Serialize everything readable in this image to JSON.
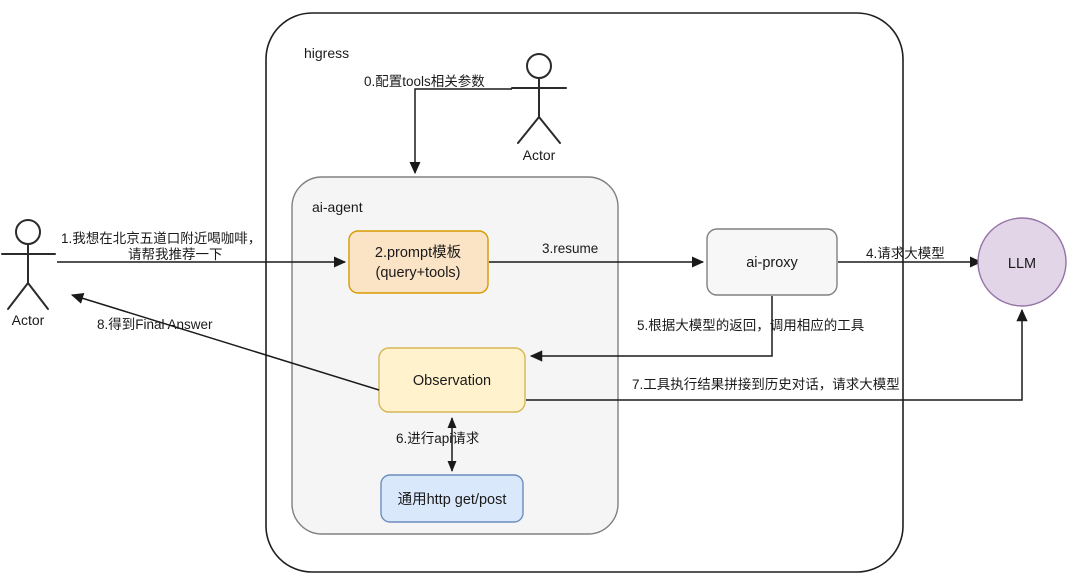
{
  "diagram": {
    "containers": [
      {
        "id": "higress",
        "label": "higress"
      },
      {
        "id": "ai-agent",
        "label": "ai-agent"
      }
    ],
    "nodes": [
      {
        "id": "prompt-template",
        "line1": "2.prompt模板",
        "line2": "(query+tools)",
        "fill": "#fbe3c5",
        "stroke": "#d79b00"
      },
      {
        "id": "observation",
        "line1": "Observation",
        "line2": "",
        "fill": "#fff2cc",
        "stroke": "#d6b656"
      },
      {
        "id": "http-tool",
        "line1": "通用http get/post",
        "line2": "",
        "fill": "#dae8fc",
        "stroke": "#6c8ebf"
      },
      {
        "id": "ai-proxy",
        "line1": "ai-proxy",
        "line2": "",
        "fill": "#f7f7f7",
        "stroke": "#808080"
      },
      {
        "id": "llm",
        "line1": "LLM",
        "line2": "",
        "fill": "#e1d5e7",
        "stroke": "#9673a6"
      }
    ],
    "actors": [
      {
        "id": "actor-left",
        "label": "Actor"
      },
      {
        "id": "actor-top",
        "label": "Actor"
      }
    ],
    "edges": [
      {
        "id": "step0",
        "label": "0.配置tools相关参数"
      },
      {
        "id": "step1",
        "label_line1": "1.我想在北京五道口附近喝咖啡，",
        "label_line2": "请帮我推荐一下"
      },
      {
        "id": "step3",
        "label": "3.resume"
      },
      {
        "id": "step4",
        "label": "4.请求大模型"
      },
      {
        "id": "step5",
        "label": "5.根据大模型的返回，调用相应的工具"
      },
      {
        "id": "step6",
        "label": "6.进行api请求"
      },
      {
        "id": "step7",
        "label": "7.工具执行结果拼接到历史对话，请求大模型"
      },
      {
        "id": "step8",
        "label": "8.得到Final Answer"
      }
    ],
    "colors": {
      "line": "#1a1a1a",
      "container_border": "#1f1f1f",
      "agent_fill": "#f5f5f5",
      "agent_border": "#808080"
    }
  }
}
